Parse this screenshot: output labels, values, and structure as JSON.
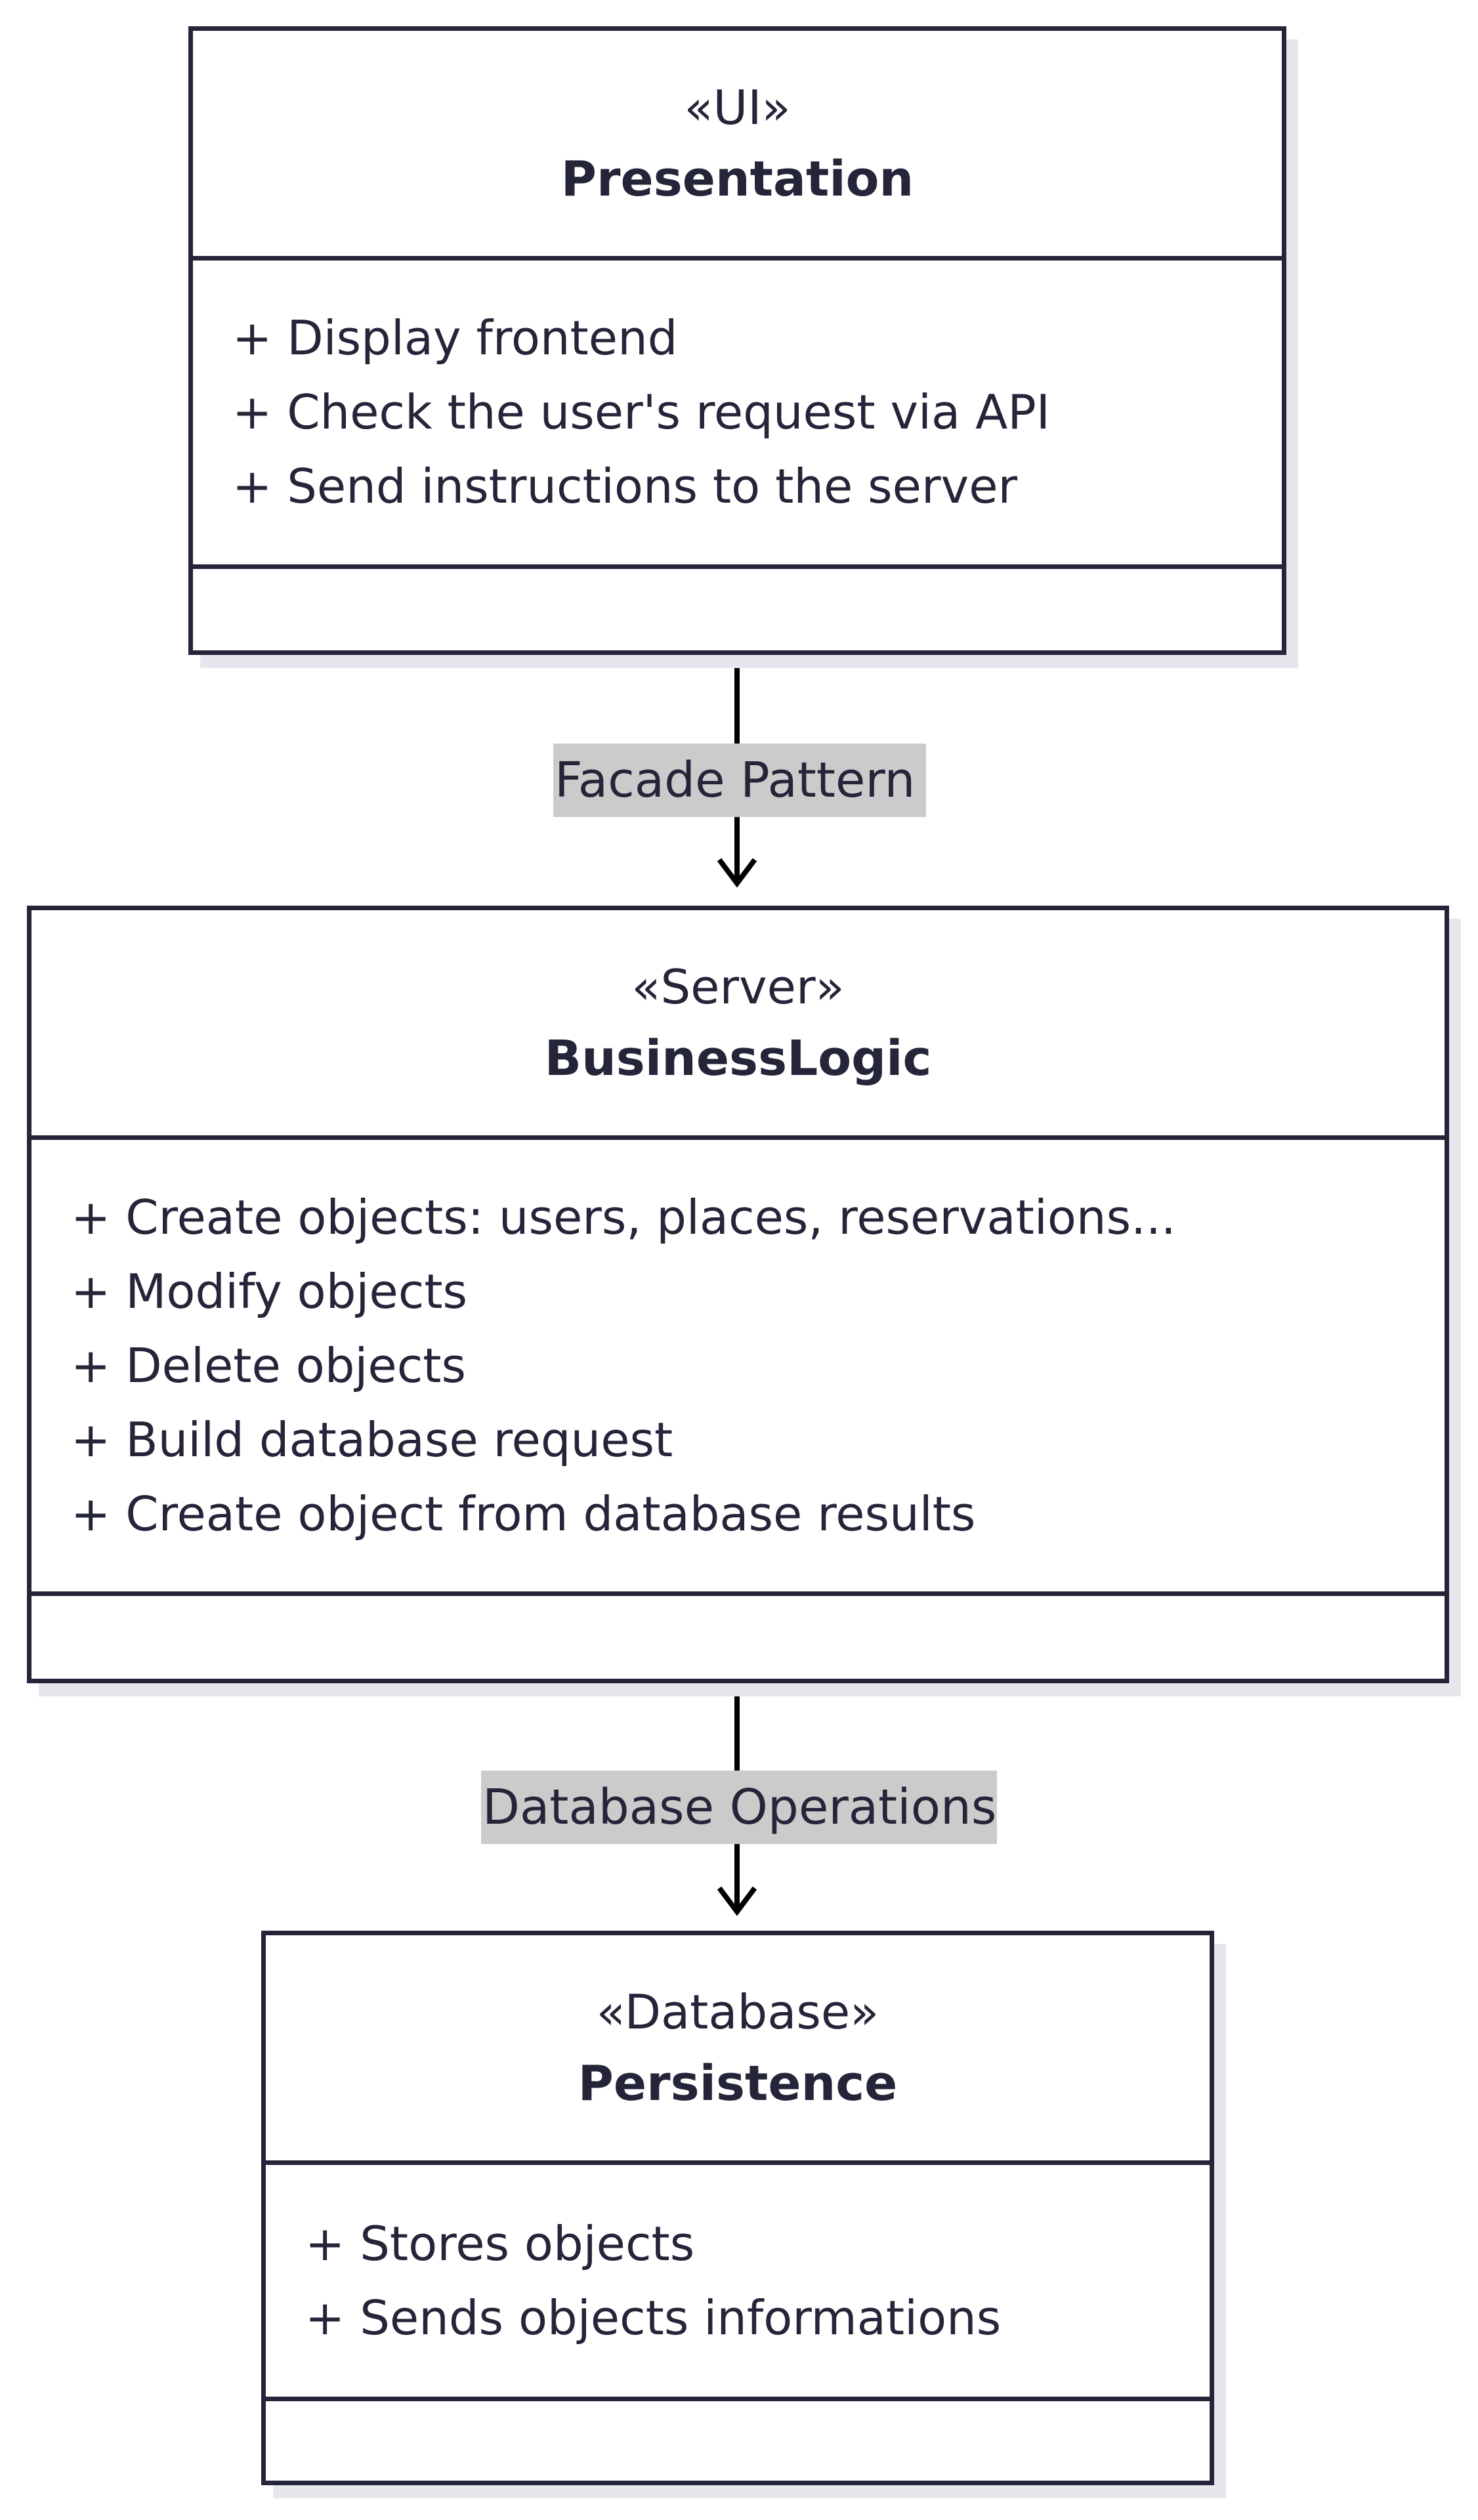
{
  "classes": {
    "presentation": {
      "stereotype": "«UI»",
      "name": "Presentation",
      "members": [
        "+ Display frontend",
        "+ Check the user's request via API",
        "+ Send instructions to the server"
      ]
    },
    "business": {
      "stereotype": "«Server»",
      "name": "BusinessLogic",
      "members": [
        "+ Create objects: users, places, reservations...",
        "+ Modify objects",
        "+ Delete objects",
        "+ Build database request",
        "+ Create object from database results"
      ]
    },
    "persistence": {
      "stereotype": "«Database»",
      "name": "Persistence",
      "members": [
        "+ Stores objects",
        "+ Sends objects informations"
      ]
    }
  },
  "edges": {
    "facade": {
      "label": "Facade Pattern"
    },
    "db_ops": {
      "label": "Database Operations"
    }
  },
  "colors": {
    "stroke": "#25253a",
    "label_background": "#cbcbcb",
    "shadow": "#e6e6ec"
  }
}
